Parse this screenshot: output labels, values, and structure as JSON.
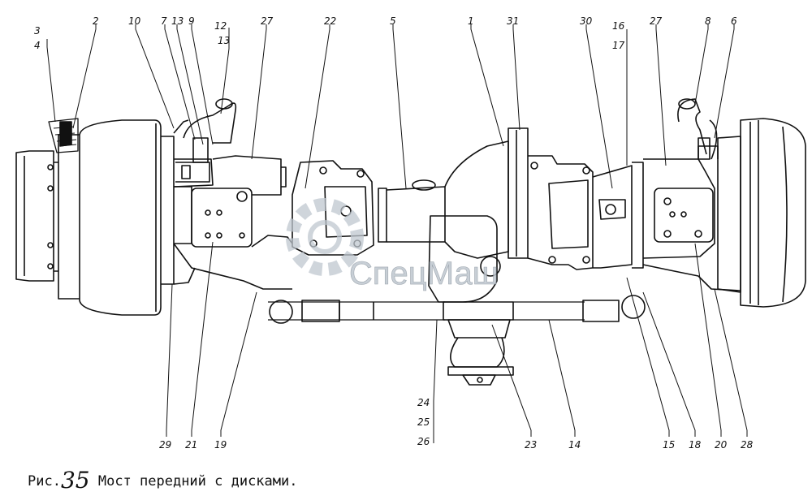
{
  "figure": {
    "caption_prefix": "Рис.",
    "caption_number": "35",
    "caption_text": "Мост передний с дисками."
  },
  "watermark": {
    "text": "СпецМаш",
    "color": "#bfc7cf"
  },
  "callouts": [
    {
      "id": "3",
      "label": "3"
    },
    {
      "id": "4",
      "label": "4"
    },
    {
      "id": "2",
      "label": "2"
    },
    {
      "id": "10",
      "label": "10"
    },
    {
      "id": "7",
      "label": "7"
    },
    {
      "id": "13a",
      "label": "13"
    },
    {
      "id": "9",
      "label": "9"
    },
    {
      "id": "12",
      "label": "12"
    },
    {
      "id": "13b",
      "label": "13"
    },
    {
      "id": "27a",
      "label": "27"
    },
    {
      "id": "22",
      "label": "22"
    },
    {
      "id": "5",
      "label": "5"
    },
    {
      "id": "1",
      "label": "1"
    },
    {
      "id": "31",
      "label": "31"
    },
    {
      "id": "30",
      "label": "30"
    },
    {
      "id": "16",
      "label": "16"
    },
    {
      "id": "17",
      "label": "17"
    },
    {
      "id": "27b",
      "label": "27"
    },
    {
      "id": "8",
      "label": "8"
    },
    {
      "id": "6",
      "label": "6"
    },
    {
      "id": "24",
      "label": "24"
    },
    {
      "id": "25",
      "label": "25"
    },
    {
      "id": "26",
      "label": "26"
    },
    {
      "id": "29",
      "label": "29"
    },
    {
      "id": "21",
      "label": "21"
    },
    {
      "id": "19",
      "label": "19"
    },
    {
      "id": "23",
      "label": "23"
    },
    {
      "id": "14",
      "label": "14"
    },
    {
      "id": "15",
      "label": "15"
    },
    {
      "id": "18",
      "label": "18"
    },
    {
      "id": "20",
      "label": "20"
    },
    {
      "id": "28",
      "label": "28"
    }
  ]
}
